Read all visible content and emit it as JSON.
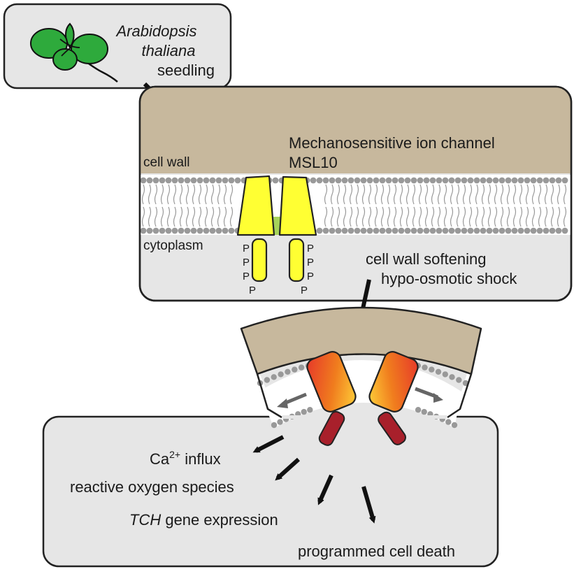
{
  "seedling": {
    "species_line1": "Arabidopsis",
    "species_line2": "thaliana",
    "label": "seedling"
  },
  "cell": {
    "wall_label": "cell wall",
    "cytoplasm_label": "cytoplasm",
    "channel_title_line1": "Mechanosensitive ion channel",
    "channel_title_line2": "MSL10",
    "phospho_symbol": "P"
  },
  "stimulus": {
    "line1": "cell wall softening",
    "line2": "hypo-osmotic shock"
  },
  "outcomes": {
    "ca_prefix": "Ca",
    "ca_superscript": "2+",
    "ca_suffix": " influx",
    "ros": "reactive oxygen species",
    "tch_italic": "TCH",
    "tch_rest": " gene expression",
    "pcd": "programmed cell death"
  },
  "colors": {
    "panel_fill": "#e6e6e6",
    "wall_fill": "#c7b89d",
    "leaf_green": "#2eaa3c",
    "channel_yellow": "#ffff33",
    "channel_orange": "#f07d1e",
    "tail_red": "#a8202b",
    "lipid_gray": "#999999",
    "pore_green": "#a6d35a"
  }
}
